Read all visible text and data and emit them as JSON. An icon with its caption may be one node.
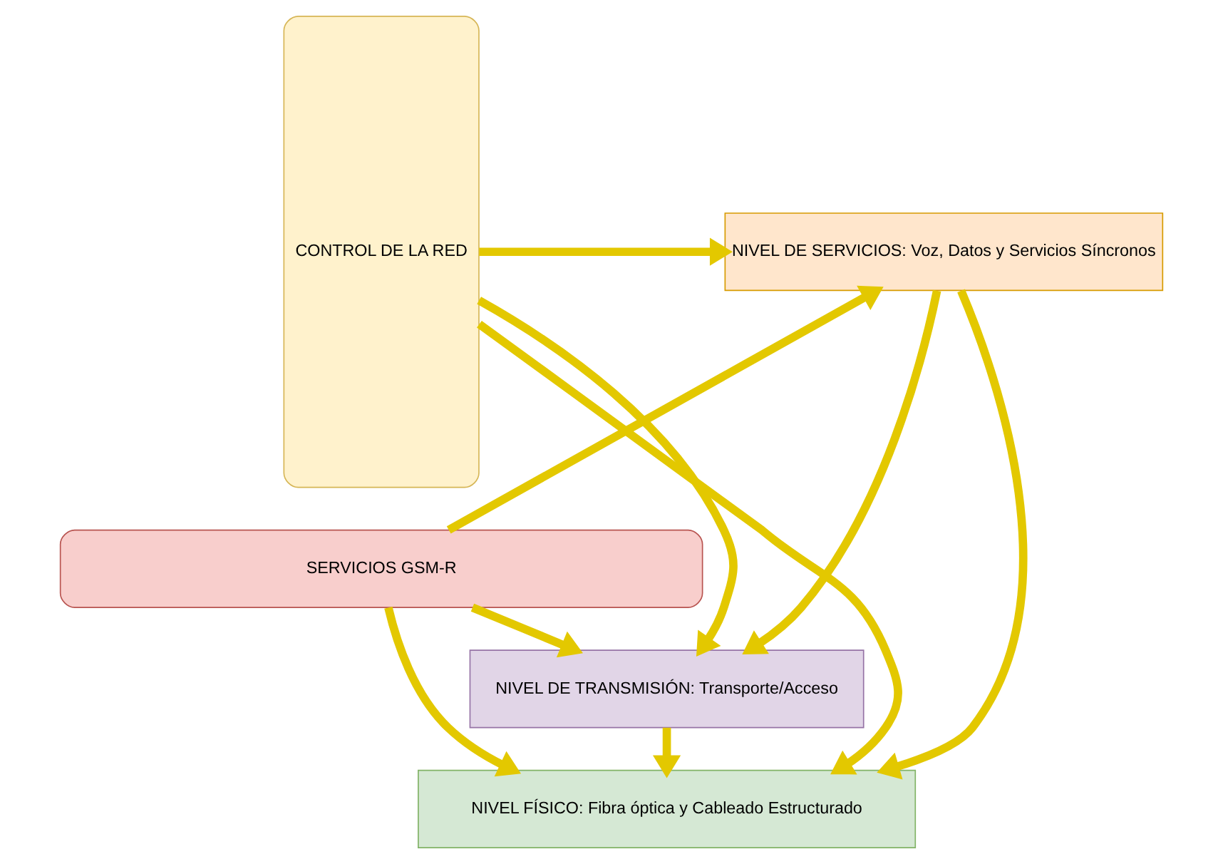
{
  "diagram": {
    "nodes": [
      {
        "text": [
          "CONTROL DE LA RED"
        ]
      },
      {
        "text": [
          "SERVICIOS GSM-R"
        ]
      },
      {
        "text": [
          "NIVEL DE SERVICIOS: Voz, Datos y Servicios Síncronos"
        ]
      },
      {
        "text": [
          "NIVEL DE TRANSMISIÓN: Transporte/Acceso"
        ]
      },
      {
        "text": [
          "NIVEL FÍSICO: Fibra óptica y Cableado Estructurado"
        ]
      }
    ],
    "edges": [
      {
        "from": 1,
        "to": 2,
        "arrow": "to"
      },
      {
        "from": 1,
        "to": 3,
        "arrow": "to"
      },
      {
        "from": 1,
        "to": 4,
        "arrow": "to"
      },
      {
        "from": 0,
        "to": 2,
        "arrow": "to"
      },
      {
        "from": 2,
        "to": 3,
        "arrow": "to"
      },
      {
        "from": 2,
        "to": 4,
        "arrow": "to"
      },
      {
        "from": 0,
        "to": 3,
        "arrow": "to"
      },
      {
        "from": 3,
        "to": 4,
        "arrow": "to"
      },
      {
        "from": 0,
        "to": 4,
        "arrow": "to"
      }
    ]
  }
}
